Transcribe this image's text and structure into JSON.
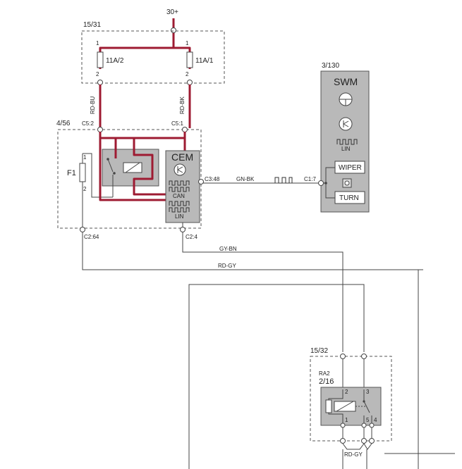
{
  "colors": {
    "power_wire": "#9e1b32",
    "module_fill": "#b9b9b9",
    "line": "#444444"
  },
  "supply": {
    "label": "30+"
  },
  "fuse_box": {
    "label": "15/31",
    "fuse_left": {
      "name": "11A/2",
      "pin_top": "1",
      "pin_bottom": "2"
    },
    "fuse_right": {
      "name": "11A/1",
      "pin_top": "1",
      "pin_bottom": "2"
    }
  },
  "wires": {
    "rd_bu": "RD-BU",
    "rd_bk": "RD-BK",
    "gn_bk": "GN-BK",
    "gy_bn": "GY-BN",
    "rd_gy": "RD-GY",
    "rd_gy_bottom": "RD-GY"
  },
  "cem_box": {
    "label": "4/56",
    "connectors": {
      "c5_2": "C5:2",
      "c5_1": "C5:1",
      "c3_48": "C3:48",
      "c2_64": "C2:64",
      "c2_4": "C2:4"
    },
    "fuse": {
      "name": "F1",
      "pin_top": "1",
      "pin_bottom": "2"
    },
    "module": {
      "name": "CEM",
      "bus_can": "CAN",
      "bus_lin": "LIN"
    }
  },
  "swm_box": {
    "label": "3/130",
    "module": {
      "name": "SWM",
      "bus_lin": "LIN",
      "connector": "C1:7",
      "button_wiper": "WIPER",
      "button_turn": "TURN"
    }
  },
  "relay_box": {
    "label": "15/32",
    "relay_id": "RA2",
    "relay_ref": "2/16",
    "pins": {
      "p2": "2",
      "p3": "3",
      "p1": "1",
      "p5": "5",
      "p4": "4"
    }
  }
}
